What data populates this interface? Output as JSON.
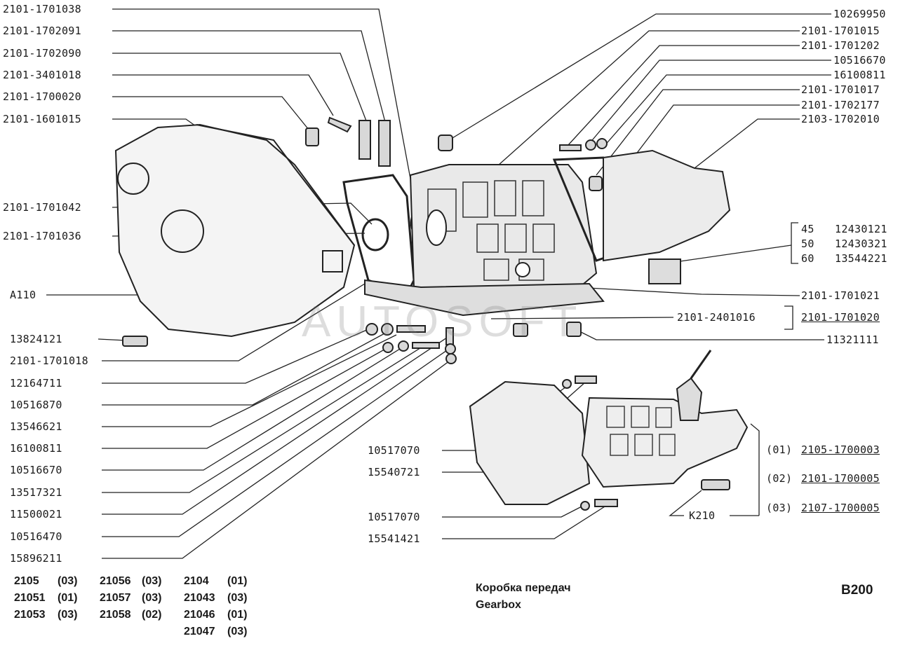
{
  "diagram": {
    "sheet_code": "B200",
    "title_ru": "Коробка передач",
    "title_en": "Gearbox",
    "watermark": "AUTOSOFT",
    "left_labels": [
      "2101-1701038",
      "2101-1702091",
      "2101-1702090",
      "2101-3401018",
      "2101-1700020",
      "2101-1601015",
      "2101-1701042",
      "2101-1701036",
      "A110",
      "13824121",
      "2101-1701018",
      "12164711",
      "10516870",
      "13546621",
      "16100811",
      "10516670",
      "13517321",
      "11500021",
      "10516470",
      "15896211"
    ],
    "right_labels": [
      "10269950",
      "2101-1701015",
      "2101-1701202",
      "10516670",
      "16100811",
      "2101-1701017",
      "2101-1702177",
      "2103-1702010"
    ],
    "bracket_group": [
      {
        "ratio": "45",
        "part": "12430121"
      },
      {
        "ratio": "50",
        "part": "12430321"
      },
      {
        "ratio": "60",
        "part": "13544221"
      }
    ],
    "mid_right": {
      "a": "2101-1701021",
      "b": "2101-2401016",
      "c": "2101-1701020",
      "d": "11321111"
    },
    "small_view_left": [
      "10517070",
      "15540721",
      "10517070",
      "15541421"
    ],
    "small_view_k": "K210",
    "variants": [
      {
        "code": "(01)",
        "part": "2105-1700003"
      },
      {
        "code": "(02)",
        "part": "2101-1700005"
      },
      {
        "code": "(03)",
        "part": "2107-1700005"
      }
    ],
    "applicability": {
      "col1": [
        [
          "2105",
          "(03)"
        ],
        [
          "21051",
          "(01)"
        ],
        [
          "21053",
          "(03)"
        ]
      ],
      "col2": [
        [
          "21056",
          "(03)"
        ],
        [
          "21057",
          "(03)"
        ],
        [
          "21058",
          "(02)"
        ]
      ],
      "col3": [
        [
          "2104",
          "(01)"
        ],
        [
          "21043",
          "(03)"
        ],
        [
          "21046",
          "(01)"
        ],
        [
          "21047",
          "(03)"
        ]
      ]
    }
  }
}
